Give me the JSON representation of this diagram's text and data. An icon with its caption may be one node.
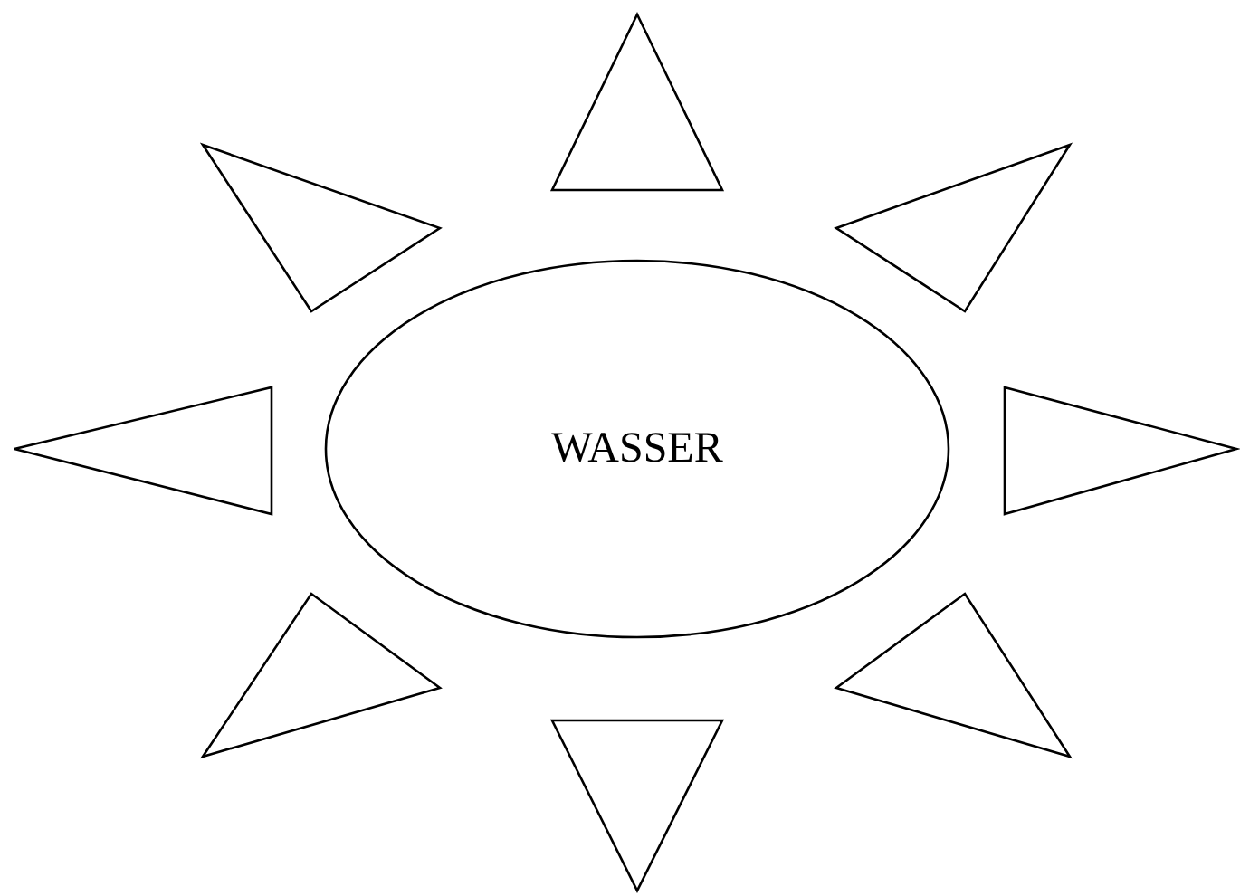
{
  "diagram": {
    "nodes": [
      {
        "text": [],
        "shape": "triangle"
      },
      {
        "text": [],
        "shape": "triangle"
      },
      {
        "text": [],
        "shape": "triangle"
      },
      {
        "text": [
          "WASSER"
        ]
      },
      {
        "text": [],
        "shape": "triangle"
      },
      {
        "text": [],
        "shape": "triangle"
      },
      {
        "text": [],
        "shape": "triangle"
      },
      {
        "text": [],
        "shape": "triangle"
      },
      {
        "text": [],
        "shape": "triangle"
      }
    ]
  }
}
